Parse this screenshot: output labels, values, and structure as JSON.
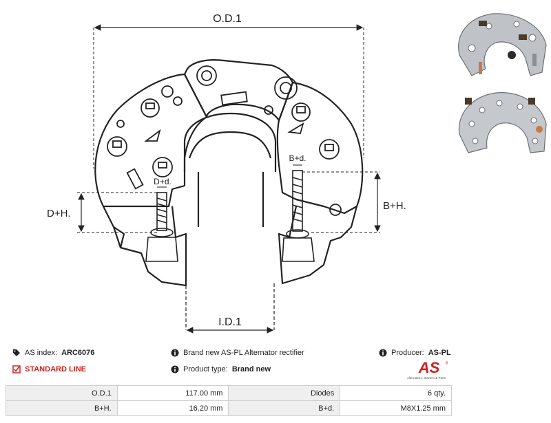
{
  "dimensions": {
    "od": "O.D.1",
    "id": "I.D.1",
    "dh": "D+H.",
    "bh": "B+H.",
    "dd": "D+d.",
    "bd": "B+d."
  },
  "info": {
    "as_index_label": "AS index:",
    "as_index_value": "ARC6076",
    "standard_line": "STANDARD LINE",
    "description": "Brand new AS-PL Alternator rectifier",
    "product_type_label": "Product type:",
    "product_type_value": "Brand new",
    "producer_label": "Producer:",
    "producer_value": "AS-PL"
  },
  "logo": {
    "brand": "AS",
    "tagline": "Alternators, Starters & Parts",
    "color": "#d0201c"
  },
  "specs": [
    {
      "label1": "O.D.1",
      "value1": "117.00 mm",
      "label2": "Diodes",
      "value2": "6 qty."
    },
    {
      "label1": "B+H.",
      "value1": "16.20 mm",
      "label2": "B+d.",
      "value2": "M8X1.25 mm"
    }
  ]
}
